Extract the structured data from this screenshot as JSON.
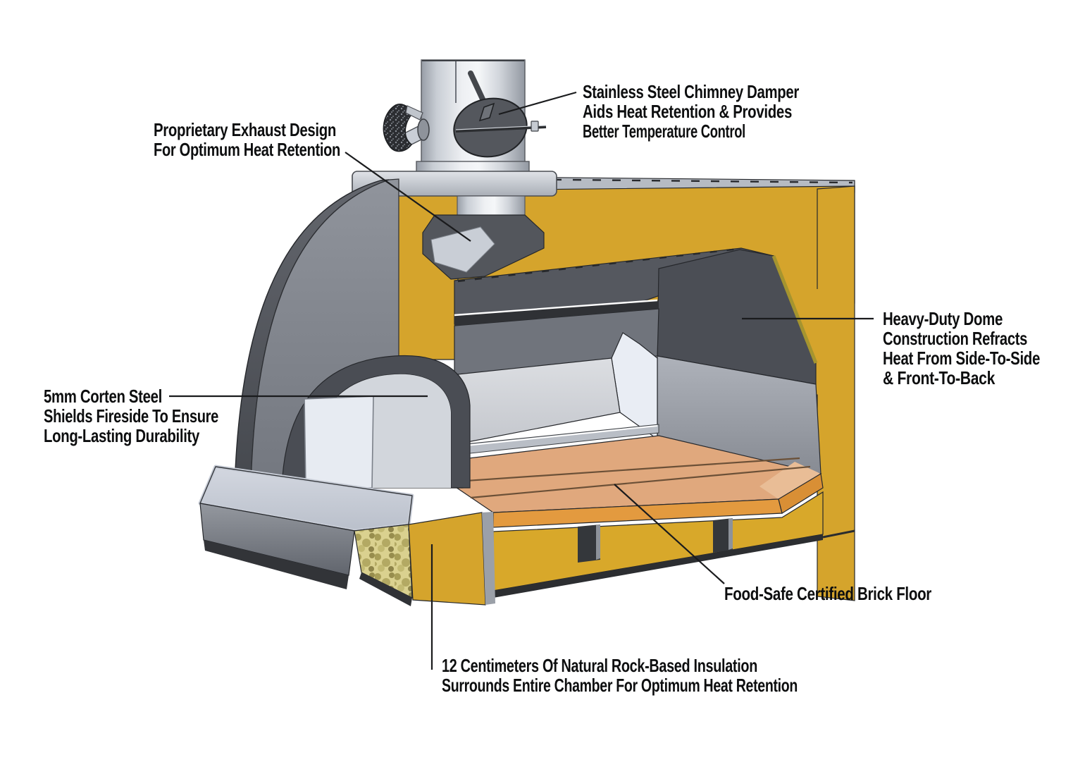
{
  "diagram": {
    "labels": {
      "chimney_damper": {
        "lines": [
          "Stainless Steel Chimney Damper",
          "Aids Heat Retention & Provides",
          "Better Temperature Control"
        ]
      },
      "exhaust_design": {
        "lines": [
          "Proprietary Exhaust Design",
          "For Optimum Heat Retention"
        ]
      },
      "dome_construction": {
        "lines": [
          "Heavy-Duty Dome",
          "Construction Refracts",
          "Heat From Side-To-Side",
          "& Front-To-Back"
        ]
      },
      "corten_steel": {
        "lines": [
          "5mm Corten Steel",
          "Shields Fireside To Ensure",
          "Long-Lasting Durability"
        ]
      },
      "brick_floor": {
        "lines": [
          "Food-Safe Certified Brick Floor"
        ]
      },
      "insulation": {
        "lines": [
          "12 Centimeters Of Natural Rock-Based Insulation",
          "Surrounds Entire Chamber For Optimum Heat Retention"
        ]
      }
    },
    "colors": {
      "insulation_yellow": "#D5A42C",
      "rock_wool": "#DAD18F",
      "brick_top": "#E0A87D",
      "brick_front": "#E39A3F",
      "steel_dark": "#4B4E55",
      "steel_mid": "#82868E",
      "chamber_light": "#DCDEE2",
      "chimney_steel": "#EEF0F3",
      "text": "#0D0E0F",
      "background": "#FFFFFF"
    }
  }
}
